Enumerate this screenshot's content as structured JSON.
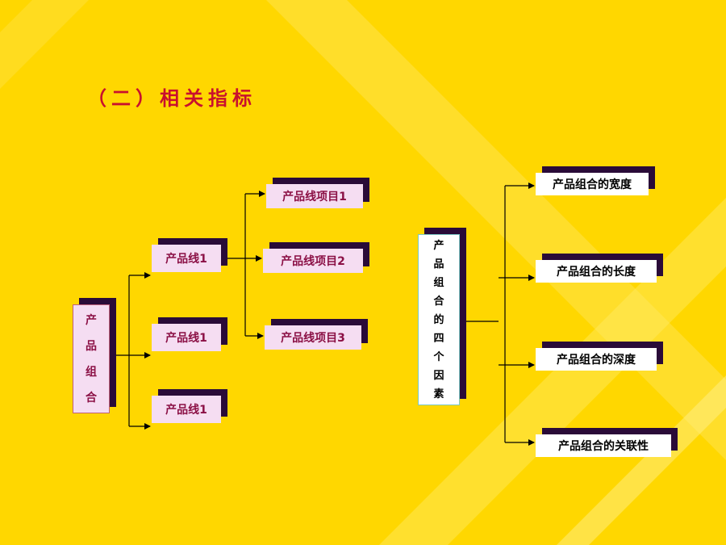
{
  "heading": "（二）相关指标",
  "left_tree": {
    "root": [
      "产",
      "品",
      "组",
      "合"
    ],
    "product_lines": [
      "产品线1",
      "产品线1",
      "产品线1"
    ],
    "items": [
      "产品线项目1",
      "产品线项目2",
      "产品线项目3"
    ]
  },
  "right_tree": {
    "root": [
      "产",
      "品",
      "组",
      "合",
      "的",
      "四",
      "个",
      "因",
      "素"
    ],
    "factors": [
      "产品组合的宽度",
      "产品组合的长度",
      "产品组合的深度",
      "产品组合的关联性"
    ]
  },
  "colors": {
    "background": "#FFD700",
    "title": "#C8102E",
    "box_shadow": "#2A0B38",
    "pink_box": "#F5DDF2",
    "pink_text": "#8B1045"
  }
}
